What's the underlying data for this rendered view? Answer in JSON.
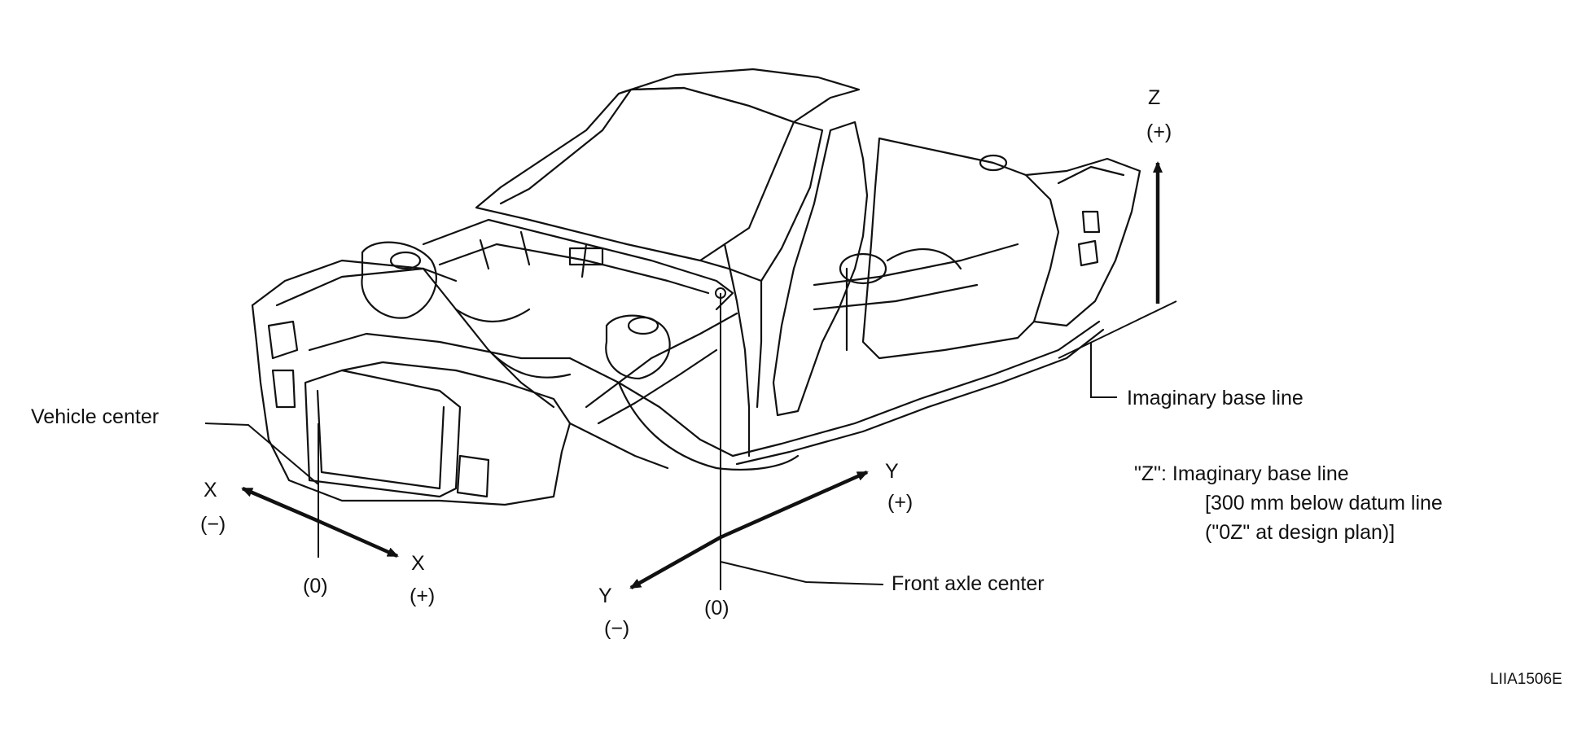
{
  "axes": {
    "x": {
      "name": "X",
      "negative": "(−)",
      "positive": "(+)",
      "origin": "(0)"
    },
    "y": {
      "name": "Y",
      "negative": "(−)",
      "positive": "(+)",
      "origin": "(0)"
    },
    "z": {
      "name": "Z",
      "positive": "(+)"
    }
  },
  "callouts": {
    "vehicle_center": "Vehicle center",
    "front_axle_center": "Front axle center",
    "imaginary_base_line": "Imaginary base line"
  },
  "note": {
    "line1": "\"Z\": Imaginary base line",
    "line2": "[300 mm below datum line",
    "line3": "(\"0Z\" at design plan)]"
  },
  "figure_code": "LIIA1506E"
}
